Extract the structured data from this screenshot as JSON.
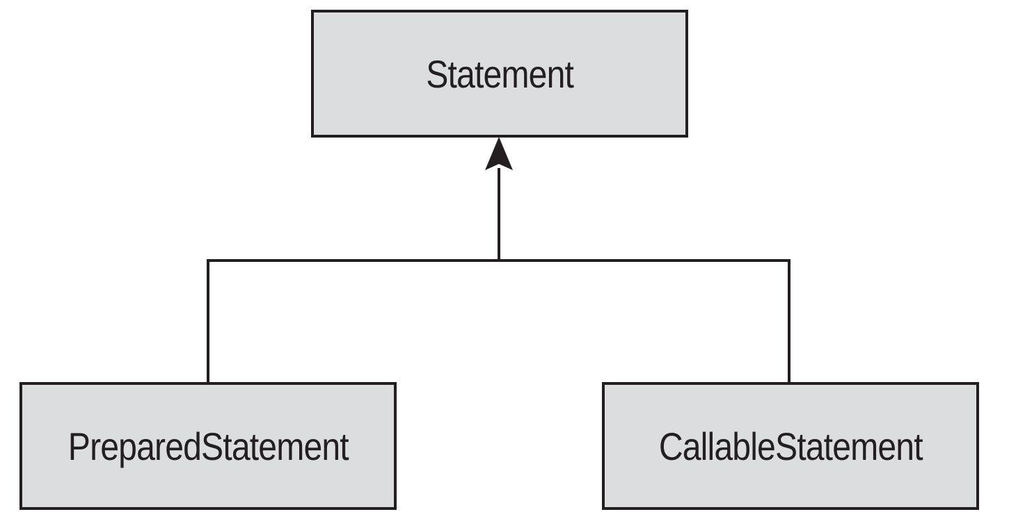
{
  "diagram": {
    "colors": {
      "box_fill": "#dcdddf",
      "stroke": "#231f20",
      "text": "#231f20",
      "background": "#ffffff"
    },
    "nodes": {
      "parent": {
        "label": "Statement"
      },
      "left_child": {
        "label": "PreparedStatement"
      },
      "right_child": {
        "label": "CallableStatement"
      }
    },
    "relationship": "inheritance"
  }
}
